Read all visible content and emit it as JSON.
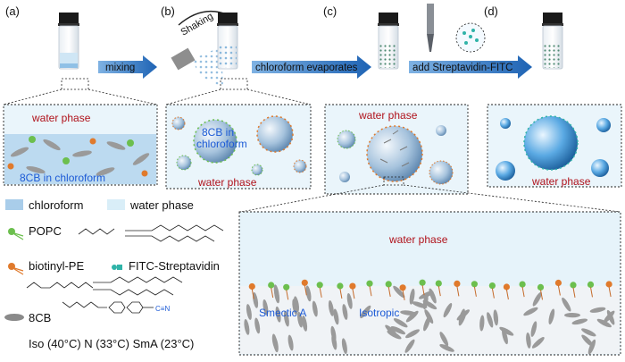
{
  "panels": {
    "a": {
      "letter": "(a)",
      "top": "water phase",
      "bottom": "8CB in chloroform"
    },
    "b": {
      "letter": "(b)",
      "shaking": "Shaking",
      "inner": "8CB in chloroform",
      "bottom": "water phase"
    },
    "c": {
      "letter": "(c)",
      "top": "water phase"
    },
    "d": {
      "letter": "(d)",
      "bottom": "water phase"
    }
  },
  "arrows": {
    "mixing": "mixing",
    "evaporate": "chloroform evaporates",
    "streptavidin": "add Streptavidin-FITC"
  },
  "legend": {
    "chloroform": "chloroform",
    "water": "water phase",
    "popc": "POPC",
    "biotinyl": "biotinyl-PE",
    "fitc": "FITC-Streptavidin",
    "cb": "8CB",
    "transition": "Iso (40°C) N (33°C) SmA (23°C)"
  },
  "zoom": {
    "top": "water phase",
    "smectic": "Smectic A",
    "isotropic": "Isotropic"
  },
  "colors": {
    "chloroform": "#a9cdea",
    "water": "#d9eef8",
    "arrow": "#2f78c4",
    "red_label": "#b0121b",
    "blue_label": "#1d5bd6"
  }
}
